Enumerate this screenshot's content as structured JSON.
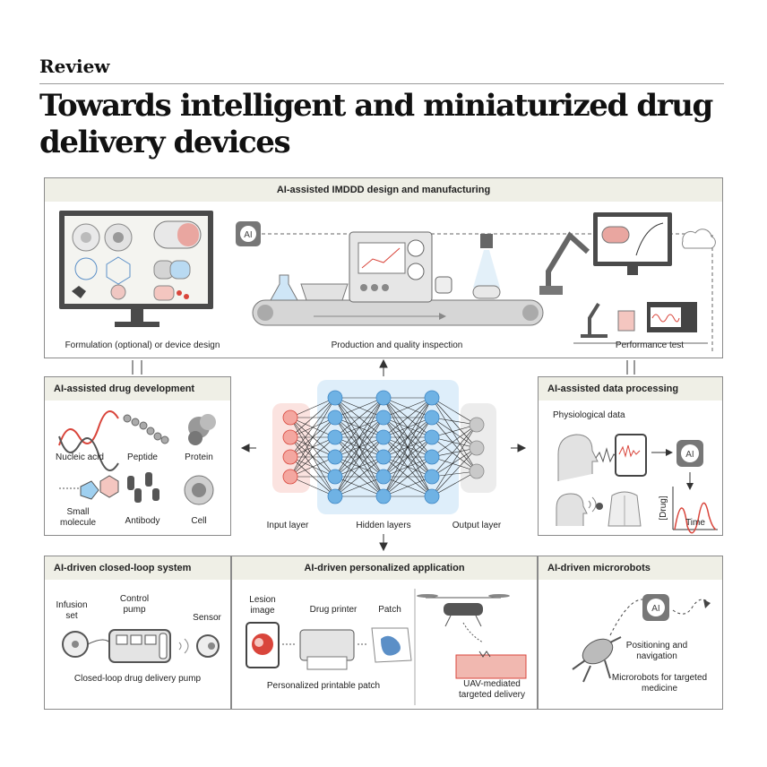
{
  "header": {
    "kicker": "Review",
    "title": "Towards intelligent and miniaturized drug delivery devices"
  },
  "panels": {
    "design": {
      "title": "AI-assisted IMDDD design and manufacturing",
      "formulation_label": "Formulation (optional) or device design",
      "production_label": "Production and quality inspection",
      "performance_label": "Performance test",
      "ai_badge": "AI"
    },
    "drug_dev": {
      "title": "AI-assisted drug development",
      "items": [
        "Nucleic acid",
        "Peptide",
        "Protein",
        "Small molecule",
        "Antibody",
        "Cell"
      ]
    },
    "network": {
      "input_label": "Input layer",
      "hidden_label": "Hidden layers",
      "output_label": "Output layer"
    },
    "data_proc": {
      "title": "AI-assisted data processing",
      "physio_label": "Physiological data",
      "y_axis_label": "[Drug]",
      "x_axis_label": "Time",
      "ai_badge": "AI"
    },
    "closed_loop": {
      "title": "AI-driven closed-loop system",
      "infusion_label": "Infusion set",
      "control_label": "Control pump",
      "sensor_label": "Sensor",
      "caption": "Closed-loop drug delivery pump"
    },
    "personalized": {
      "title": "AI-driven personalized application",
      "lesion_label": "Lesion image",
      "printer_label": "Drug printer",
      "patch_label": "Patch",
      "caption": "Personalized printable patch",
      "uav_caption": "UAV-mediated targeted delivery"
    },
    "microrobots": {
      "title": "AI-driven microrobots",
      "positioning_label": "Positioning and navigation",
      "caption": "Microrobots for targeted medicine",
      "ai_badge": "AI"
    }
  },
  "colors": {
    "header_bg": "#efefe6",
    "input_nodes": "#f4a7a0",
    "hidden_nodes": "#6fb2e4",
    "output_nodes": "#c9c9c9",
    "accent_red": "#d9453b",
    "dark": "#444444"
  }
}
